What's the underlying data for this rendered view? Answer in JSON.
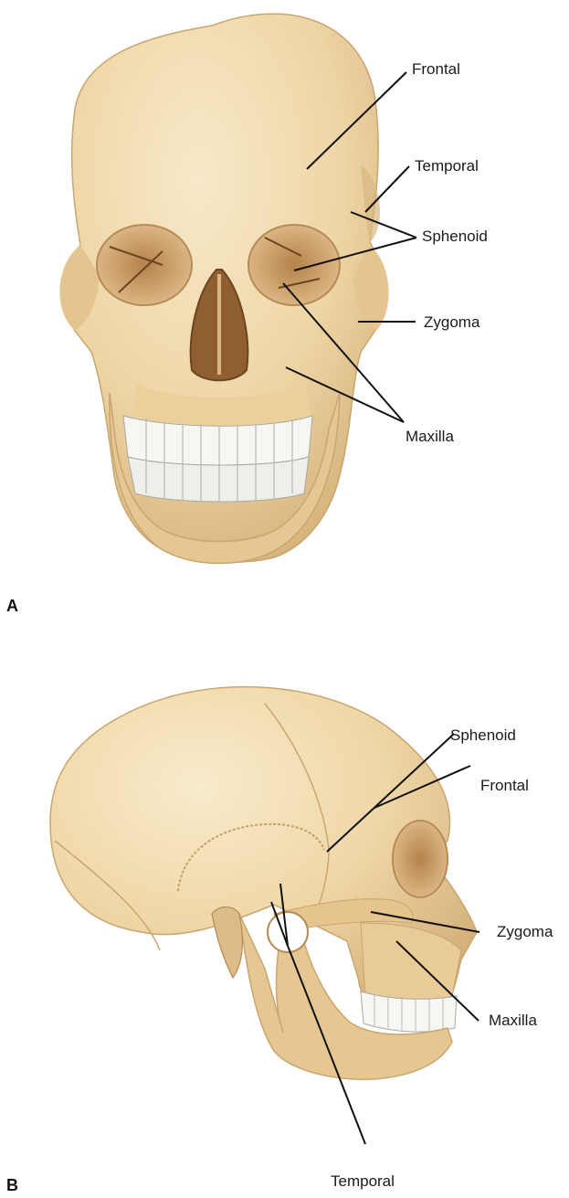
{
  "panels": {
    "a": {
      "letter": "A",
      "labels": {
        "frontal": "Frontal",
        "temporal": "Temporal",
        "sphenoid": "Sphenoid",
        "zygoma": "Zygoma",
        "maxilla": "Maxilla"
      }
    },
    "b": {
      "letter": "B",
      "labels": {
        "sphenoid": "Sphenoid",
        "frontal": "Frontal",
        "zygoma": "Zygoma",
        "maxilla": "Maxilla",
        "temporal": "Temporal"
      }
    }
  },
  "colors": {
    "bone": "#eed6a8",
    "bone_shadow": "#d9b77f",
    "bone_light": "#f7e7c6",
    "cavity": "#9a6a3a",
    "teeth": "#f4f4f0",
    "leader": "#111111"
  }
}
